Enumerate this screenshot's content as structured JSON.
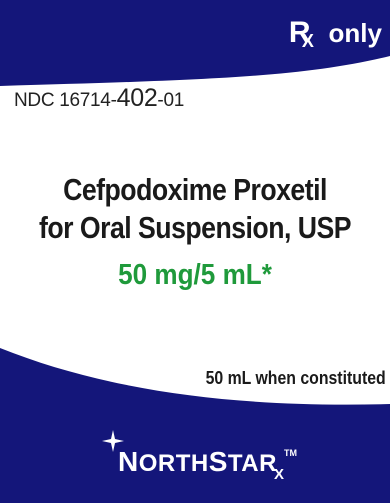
{
  "colors": {
    "navy": "#14167a",
    "green": "#1f9a3b",
    "text": "#1a1a1a"
  },
  "header": {
    "rx_symbol": "R",
    "rx_subscript": "X",
    "rx_only": "only"
  },
  "ndc": {
    "prefix": "NDC 16714-",
    "product": "402",
    "suffix": "-01"
  },
  "product": {
    "name_line1": "Cefpodoxime Proxetil",
    "name_line2": "for Oral Suspension, USP",
    "strength": "50 mg/5 mL*"
  },
  "volume": "50 mL when constituted",
  "brand": {
    "icon": "star-icon",
    "n": "N",
    "orth": "ORTH",
    "s": "S",
    "tar": "TAR",
    "tm": "TM",
    "x": "X"
  }
}
